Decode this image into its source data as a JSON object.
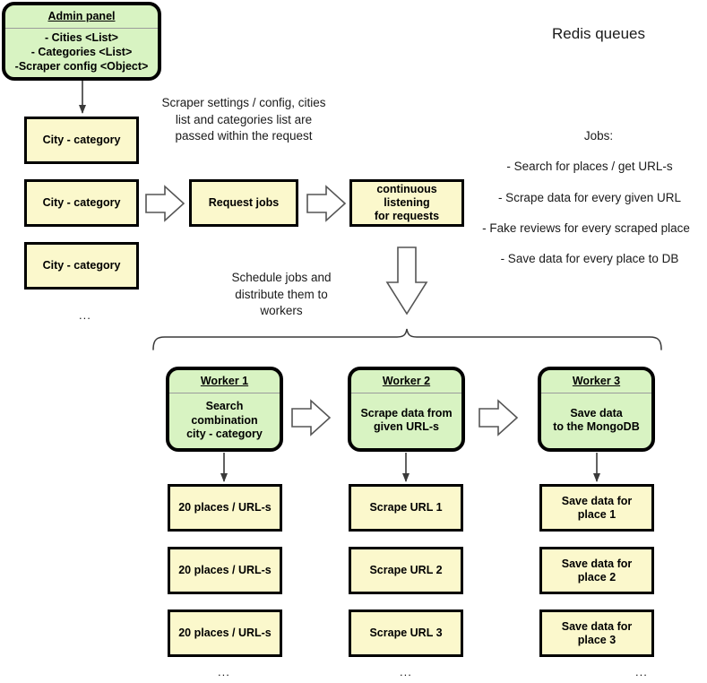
{
  "diagram": {
    "title_right": "Redis queues",
    "admin_panel": {
      "title": "Admin panel",
      "lines": [
        "- Cities <List>",
        "- Categories <List>",
        "-Scraper config <Object>"
      ]
    },
    "city_category_boxes": [
      {
        "label": "City - category"
      },
      {
        "label": "City - category"
      },
      {
        "label": "City - category"
      }
    ],
    "city_column_ellipsis": "...",
    "request_jobs": {
      "label": "Request jobs"
    },
    "listener": {
      "lines": [
        "continuous listening",
        "for requests"
      ]
    },
    "notes": {
      "request_note": "Scraper settings / config, cities\nlist and categories list are\npassed within the request",
      "schedule_note": "Schedule jobs and\ndistribute them to\nworkers"
    },
    "jobs_panel": {
      "heading": "Jobs:",
      "items": [
        "- Search for places / get URL-s",
        "- Scrape data for every given URL",
        "- Fake reviews for every scraped place",
        "- Save data for every place to DB"
      ]
    },
    "workers": [
      {
        "title": "Worker 1",
        "body": [
          "Search combination",
          "city - category"
        ],
        "outputs": [
          "20 places / URL-s",
          "20 places / URL-s",
          "20 places / URL-s"
        ],
        "ellipsis": "..."
      },
      {
        "title": "Worker 2",
        "body": [
          "Scrape data from",
          "given URL-s"
        ],
        "outputs": [
          "Scrape URL 1",
          "Scrape URL 2",
          "Scrape URL 3"
        ],
        "ellipsis": "..."
      },
      {
        "title": "Worker 3",
        "body": [
          "Save data",
          "to the MongoDB"
        ],
        "outputs": [
          "Save data for\nplace 1",
          "Save data for\nplace 2",
          "Save data for\nplace 3"
        ],
        "ellipsis": "..."
      }
    ],
    "colors": {
      "green_fill": "#d8f3c2",
      "yellow_fill": "#fbf8cc",
      "stroke": "#000000",
      "arrow_stroke": "#4d4d4d",
      "text": "#1a1a1a"
    }
  }
}
